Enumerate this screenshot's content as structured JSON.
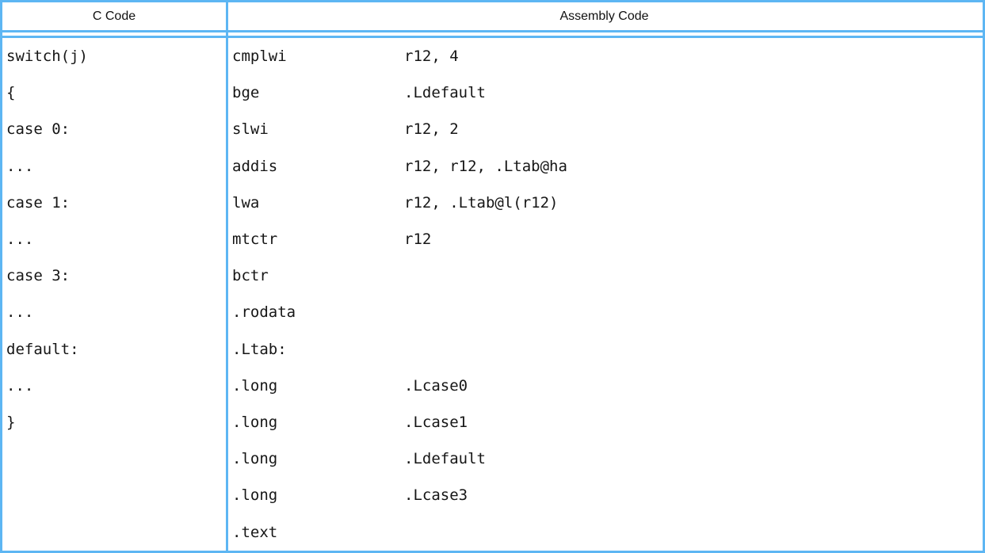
{
  "colors": {
    "table_border": "#5db6f3",
    "text": "#161616",
    "background": "#ffffff"
  },
  "header": {
    "c_code_label": "C Code",
    "assembly_label": "Assembly Code"
  },
  "rows": [
    {
      "c": "switch(j)",
      "op": "cmplwi",
      "args": "r12, 4"
    },
    {
      "c": "{",
      "op": "bge",
      "args": ".Ldefault"
    },
    {
      "c": "case 0:",
      "op": "slwi",
      "args": "r12, 2"
    },
    {
      "c": "...",
      "op": "addis",
      "args": "r12, r12, .Ltab@ha"
    },
    {
      "c": "case 1:",
      "op": "lwa",
      "args": "r12, .Ltab@l(r12)"
    },
    {
      "c": "...",
      "op": "mtctr",
      "args": "r12"
    },
    {
      "c": "case 3:",
      "op": "bctr",
      "args": ""
    },
    {
      "c": "...",
      "op": ".rodata",
      "args": ""
    },
    {
      "c": "default:",
      "op": ".Ltab:",
      "args": ""
    },
    {
      "c": "...",
      "op": ".long",
      "args": ".Lcase0"
    },
    {
      "c": "}",
      "op": ".long",
      "args": ".Lcase1"
    },
    {
      "c": "",
      "op": ".long",
      "args": ".Ldefault"
    },
    {
      "c": "",
      "op": ".long",
      "args": ".Lcase3"
    },
    {
      "c": "",
      "op": ".text",
      "args": ""
    }
  ]
}
